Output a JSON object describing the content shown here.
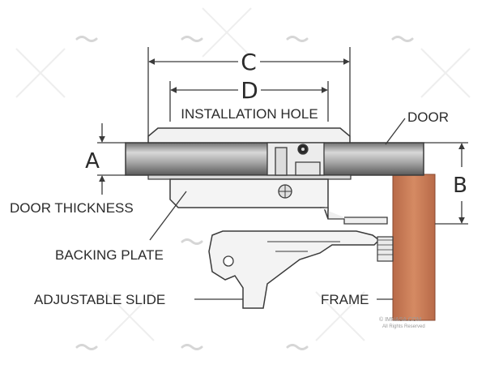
{
  "labels": {
    "dim_c": "C",
    "dim_d": "D",
    "installation_hole": "INSTALLATION HOLE",
    "door": "DOOR",
    "dim_a": "A",
    "dim_b": "B",
    "door_thickness": "DOOR THICKNESS",
    "backing_plate": "BACKING PLATE",
    "adjustable_slide": "ADJUSTABLE SLIDE",
    "frame": "FRAME"
  },
  "watermark": {
    "line1": "© IMNASA.COM",
    "line2": "All Rights Reserved"
  },
  "colors": {
    "frame": "#c87a55",
    "frame_dark": "#a85c3c",
    "metal": "#9a9a9a",
    "line": "#3a3a3a"
  }
}
